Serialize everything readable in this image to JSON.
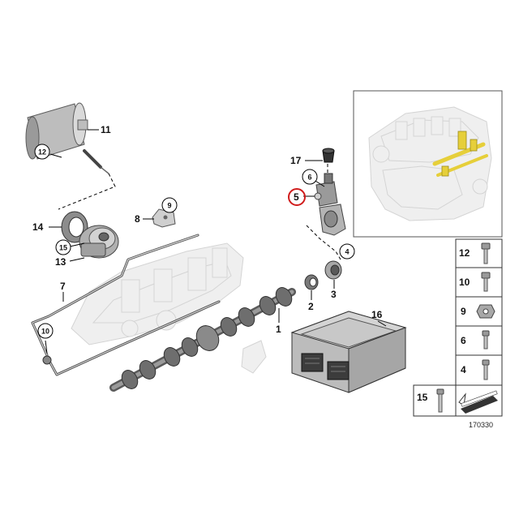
{
  "diagram": {
    "drawing_number": "170330",
    "part_labels": [
      {
        "id": "p1",
        "text": "1"
      },
      {
        "id": "p2",
        "text": "2"
      },
      {
        "id": "p3",
        "text": "3"
      },
      {
        "id": "p4",
        "text": "4"
      },
      {
        "id": "p5",
        "text": "5"
      },
      {
        "id": "p6",
        "text": "6"
      },
      {
        "id": "p7",
        "text": "7"
      },
      {
        "id": "p8",
        "text": "8"
      },
      {
        "id": "p9",
        "text": "9"
      },
      {
        "id": "p10",
        "text": "10"
      },
      {
        "id": "p11",
        "text": "11"
      },
      {
        "id": "p12",
        "text": "12"
      },
      {
        "id": "p13",
        "text": "13"
      },
      {
        "id": "p14",
        "text": "14"
      },
      {
        "id": "p15",
        "text": "15"
      },
      {
        "id": "p16",
        "text": "16"
      },
      {
        "id": "p17",
        "text": "17"
      }
    ],
    "hardware_table": [
      "12",
      "10",
      "9",
      "6",
      "4",
      "15"
    ],
    "highlight_color": "#d01c1c",
    "highlighted_part": "5"
  }
}
